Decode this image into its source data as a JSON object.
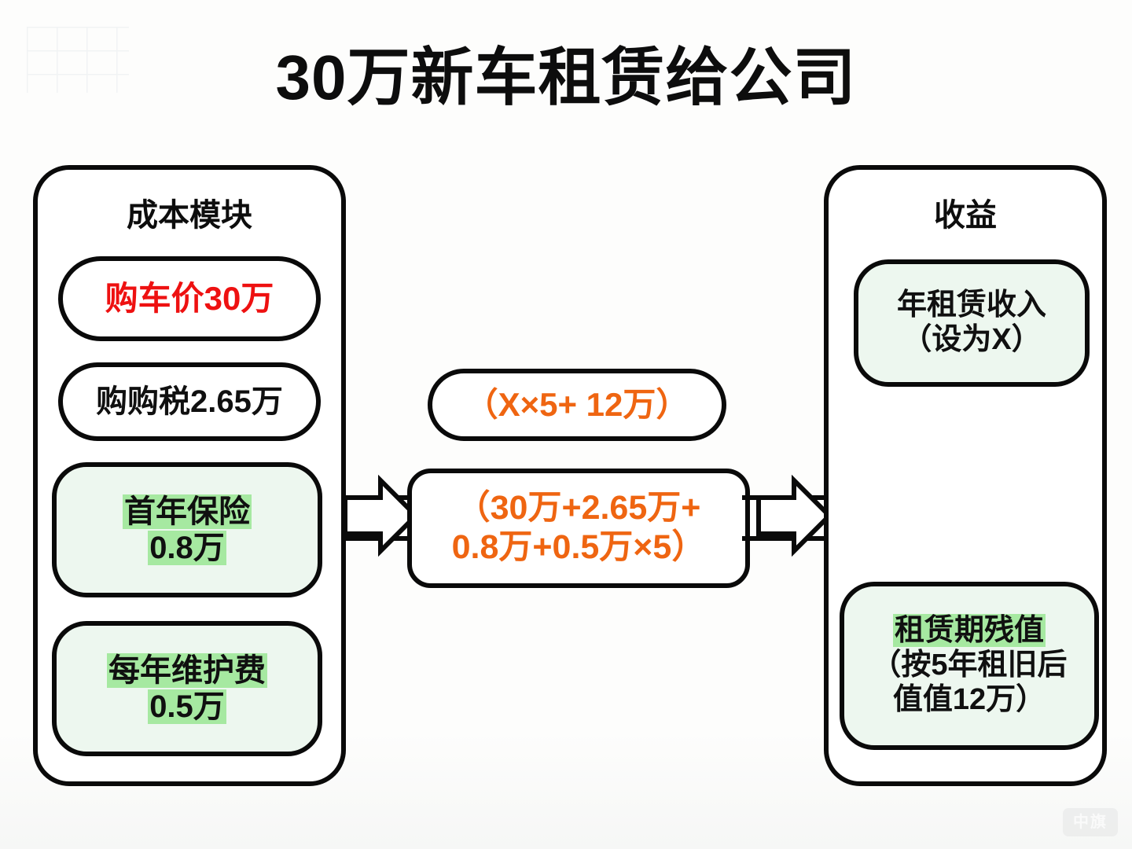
{
  "title": "30万新车租赁给公司",
  "colors": {
    "text": "#101010",
    "red": "#ee1111",
    "orange": "#ef6511",
    "highlight_green": "#a6e9a1",
    "box_green_fill": "#edf7ef",
    "stroke": "#0a0a0a",
    "background": "#fdfdfc"
  },
  "cost_panel": {
    "heading": "成本模块",
    "items": [
      {
        "lines": [
          "购车价30万"
        ],
        "color": "red",
        "fill": "white",
        "shape": "pill",
        "highlight": false
      },
      {
        "lines": [
          "购购税2.65万"
        ],
        "color": "black",
        "fill": "white",
        "shape": "pill",
        "highlight": false
      },
      {
        "lines": [
          "首年保险",
          "0.8万"
        ],
        "color": "black",
        "fill": "green",
        "shape": "round",
        "highlight": true
      },
      {
        "lines": [
          "每年维护费",
          "0.5万"
        ],
        "color": "black",
        "fill": "green",
        "shape": "round",
        "highlight": true
      }
    ]
  },
  "revenue_panel": {
    "heading": "收益",
    "items": [
      {
        "lines": [
          "年租赁收入",
          "（设为X）"
        ],
        "color": "black",
        "fill": "green",
        "shape": "round",
        "highlight": false
      },
      {
        "lines": [
          "租赁期残值",
          "（按5年租旧后",
          "值值12万）"
        ],
        "color": "black",
        "fill": "green",
        "shape": "round",
        "highlight": true
      }
    ]
  },
  "center": {
    "formula_top": {
      "lines": [
        "（X×5+ 12万）"
      ]
    },
    "formula_main": {
      "lines": [
        "（30万+2.65万+",
        "0.8万+0.5万×5）"
      ]
    }
  },
  "arrows": [
    {
      "name": "arrow-cost-to-formula",
      "direction": "right"
    },
    {
      "name": "arrow-formula-to-revenue",
      "direction": "right"
    }
  ],
  "watermark": {
    "text": "中旗"
  }
}
